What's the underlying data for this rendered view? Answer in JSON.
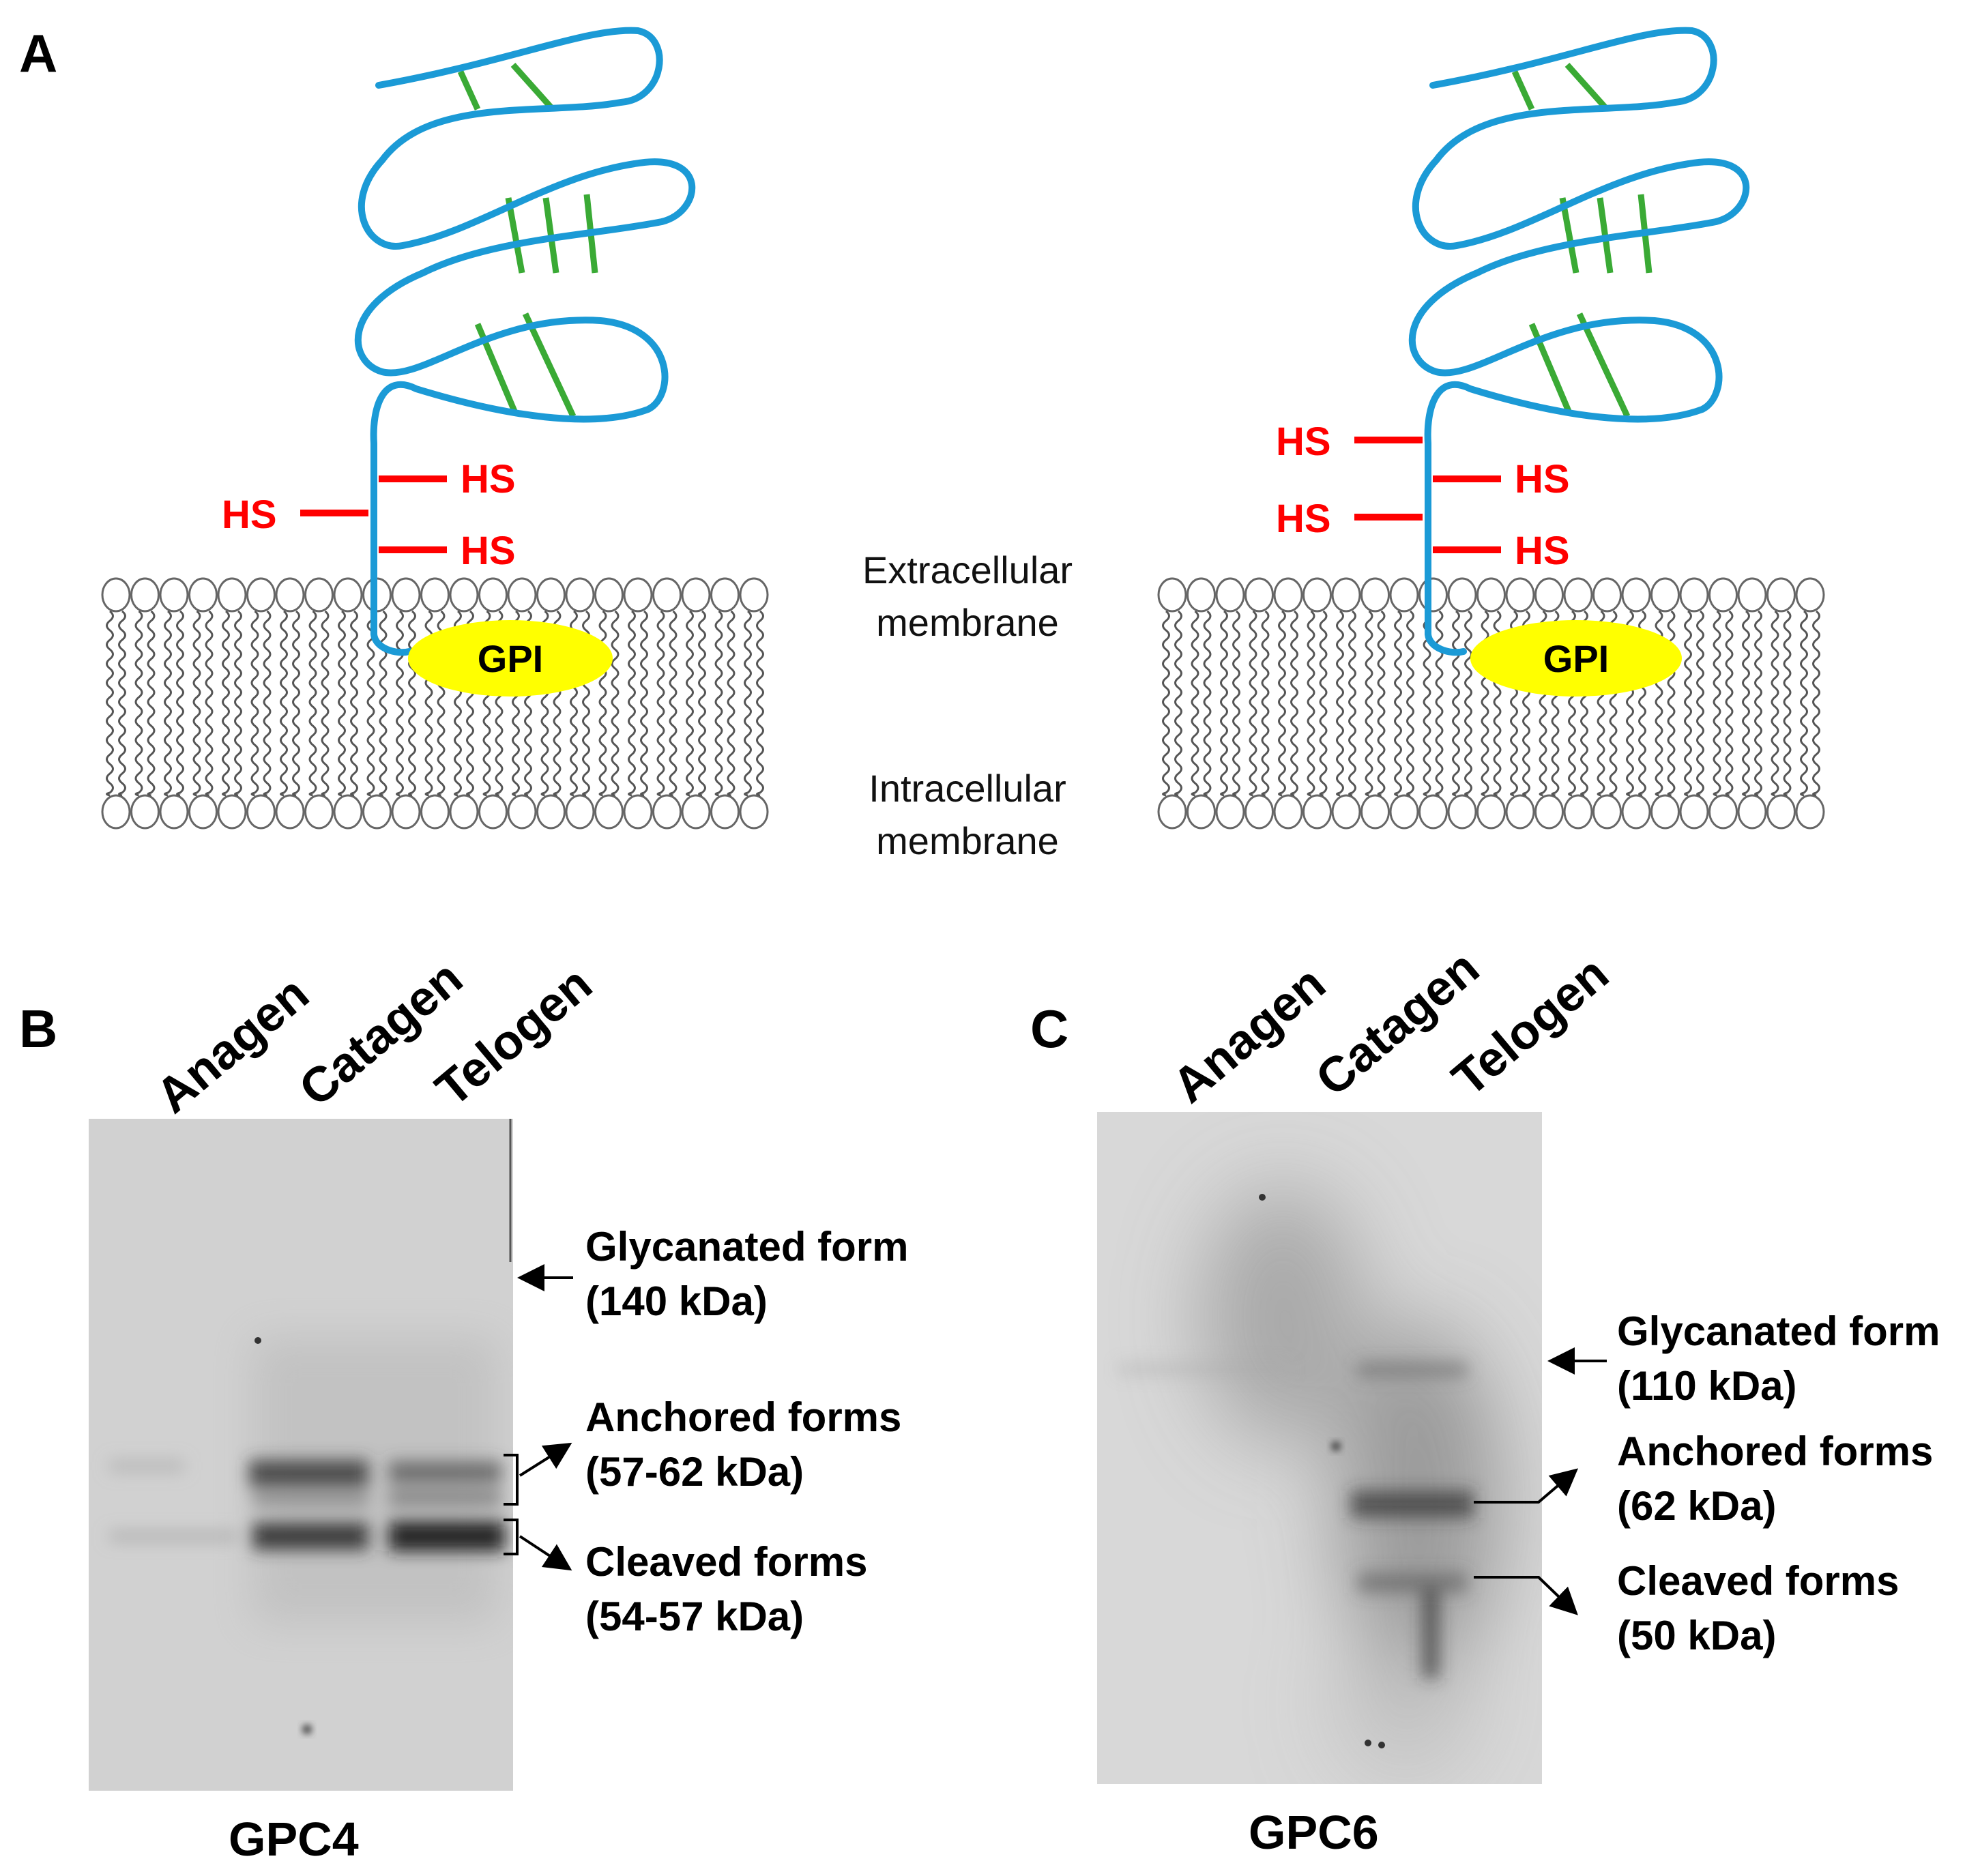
{
  "panels": {
    "a": {
      "letter": "A",
      "hs_label": "HS",
      "gpi_label": "GPI",
      "extracellular": [
        "Extracellular",
        "membrane"
      ],
      "intracellular": [
        "Intracellular",
        "membrane"
      ],
      "colors": {
        "core_protein": "#1b9ad6",
        "disulfide": "#3aaa35",
        "heparan_sulfate": "#ff0000",
        "gpi": "#ffff00"
      }
    },
    "b": {
      "letter": "B",
      "lanes": [
        "Anagen",
        "Catagen",
        "Telogen"
      ],
      "gel_label": "GPC4",
      "forms": [
        {
          "name": "Glycanated form",
          "size": "(140 kDa)"
        },
        {
          "name": "Anchored forms",
          "size": "(57-62 kDa)"
        },
        {
          "name": "Cleaved forms",
          "size": "(54-57 kDa)"
        }
      ]
    },
    "c": {
      "letter": "C",
      "lanes": [
        "Anagen",
        "Catagen",
        "Telogen"
      ],
      "gel_label": "GPC6",
      "forms": [
        {
          "name": "Glycanated form",
          "size": "(110 kDa)"
        },
        {
          "name": "Anchored forms",
          "size": "(62 kDa)"
        },
        {
          "name": "Cleaved forms",
          "size": "(50 kDa)"
        }
      ]
    }
  }
}
